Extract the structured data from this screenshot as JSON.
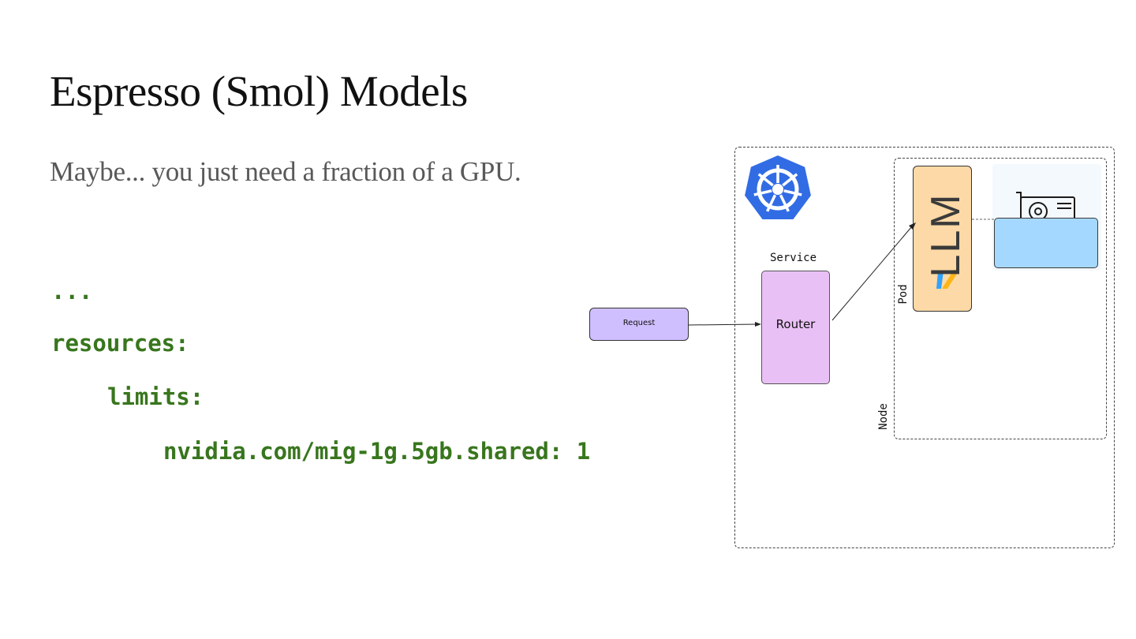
{
  "slide": {
    "title": "Espresso (Smol) Models",
    "subtitle": "Maybe... you just need a fraction of a GPU."
  },
  "code": {
    "line1": "...",
    "line2": "resources:",
    "line3": "limits:",
    "line4": "nvidia.com/mig-1g.5gb.shared: 1"
  },
  "diagram": {
    "service_label": "Service",
    "router_label": "Router",
    "request_label": "Request",
    "node_label": "Node",
    "pod_label": "Pod",
    "llm_label": "LLM",
    "icons": [
      "kubernetes-logo-icon",
      "vllm-logo-icon",
      "gpu-card-icon"
    ]
  },
  "colors": {
    "code_green": "#38761d",
    "kubernetes_blue": "#326ce5",
    "pod_fill": "#fcd9a6",
    "router_fill": "#e9c0f5",
    "request_fill": "#d0bfff",
    "gpu_slice_fill": "#a5d8ff"
  }
}
